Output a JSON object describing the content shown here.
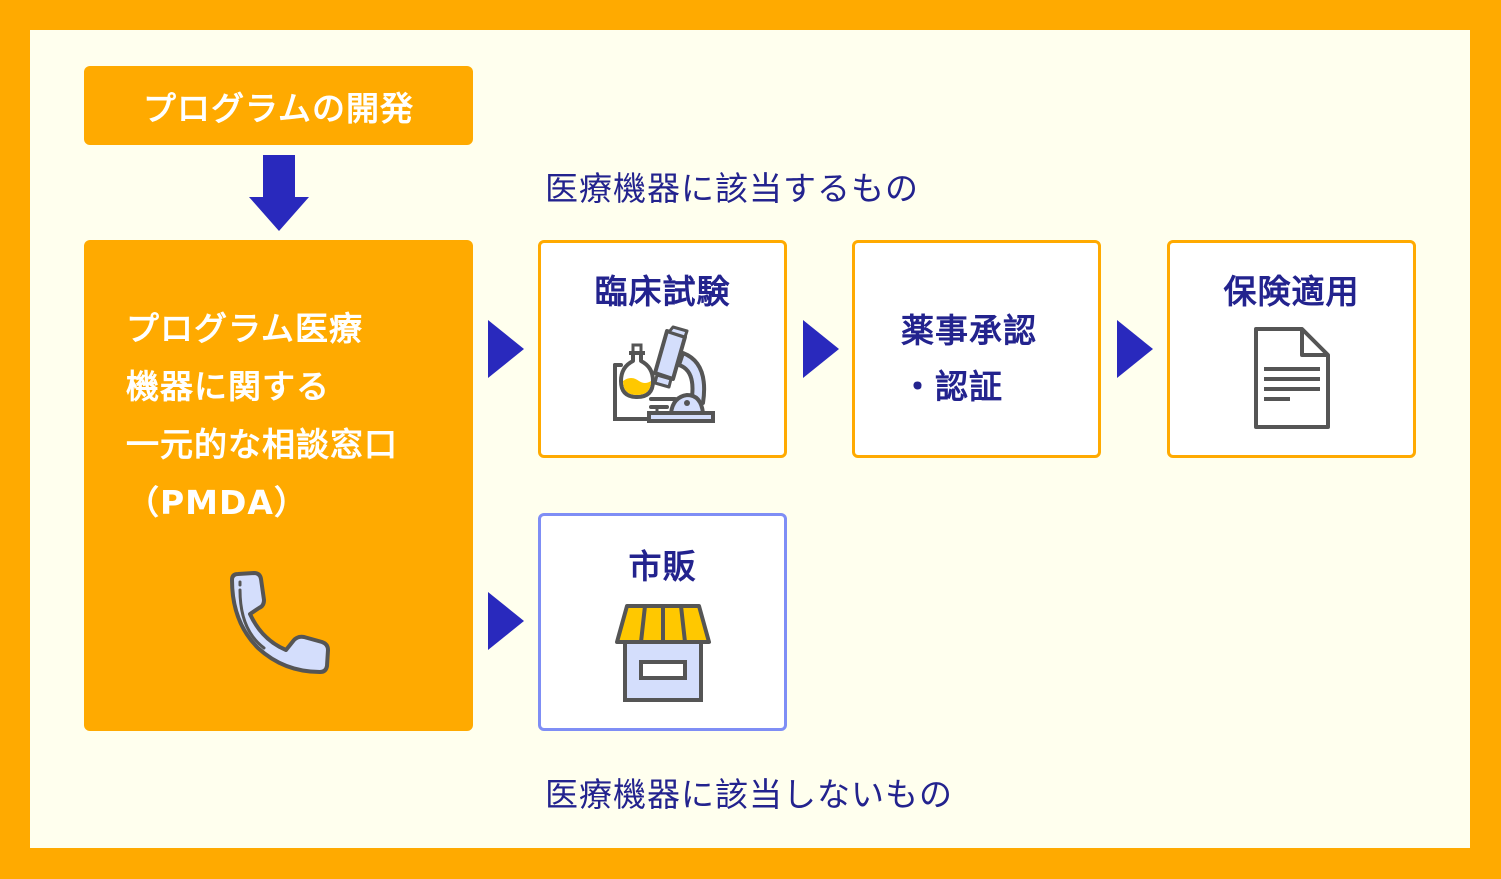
{
  "diagram": {
    "start_box": {
      "label": "プログラムの開発"
    },
    "consultation_box": {
      "label": "プログラム医療\n機器に関する\n一元的な相談窓口\n（PMDA）",
      "icon": "phone-icon"
    },
    "branches": {
      "medical_device": {
        "heading": "医療機器に該当するもの",
        "steps": [
          {
            "label": "臨床試験",
            "icon": "microscope-icon"
          },
          {
            "label": "薬事承認\n・認証",
            "icon": ""
          },
          {
            "label": "保険適用",
            "icon": "document-icon"
          }
        ]
      },
      "non_medical_device": {
        "heading": "医療機器に該当しないもの",
        "steps": [
          {
            "label": "市販",
            "icon": "shop-icon"
          }
        ]
      }
    },
    "colors": {
      "frame": "#FFAA00",
      "background": "#FFFFEE",
      "accent_text": "#23238E",
      "arrow": "#2929BD",
      "card_border_orange": "#FFAA00",
      "card_border_blue": "#7F8EF5",
      "icon_fill_light": "#D4DEFC",
      "icon_fill_yellow": "#FFC800",
      "icon_stroke": "#555555"
    }
  }
}
